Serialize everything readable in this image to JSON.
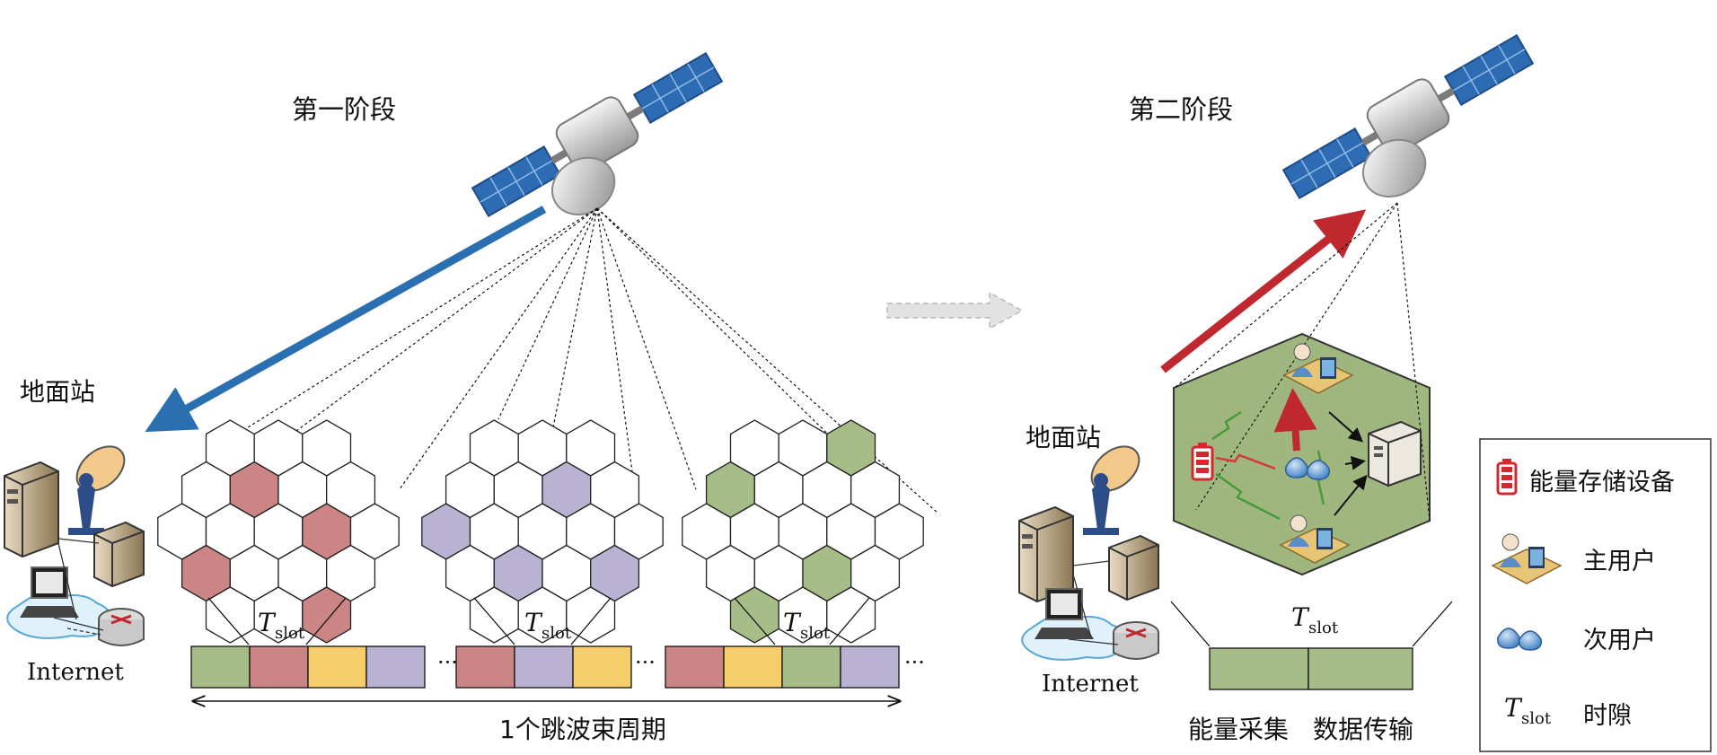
{
  "stage1": {
    "title": "第一阶段"
  },
  "stage2": {
    "title": "第二阶段"
  },
  "left_station": {
    "label": "地面站",
    "net_label": "Internet"
  },
  "right_station": {
    "label": "地面站",
    "net_label": "Internet"
  },
  "slot": {
    "T": "T",
    "sub": "slot"
  },
  "ellipsis": "···",
  "cycle_label": "1个跳波束周期",
  "phase2_labels": {
    "harvest": "能量采集",
    "transmit": "数据传输"
  },
  "legend": {
    "items": [
      {
        "icon": "battery-icon",
        "label": "能量存储设备"
      },
      {
        "icon": "primary-user-icon",
        "label": "主用户"
      },
      {
        "icon": "secondary-user-icon",
        "label": "次用户"
      },
      {
        "icon": "tslot-symbol",
        "label": "时隙"
      }
    ]
  },
  "colors": {
    "red_cell": "#cc8585",
    "purple_cell": "#b9b2d3",
    "green_cell": "#a7bd88",
    "yellow_slot": "#f5cd6b",
    "downlink_arrow": "#2a6fb0",
    "uplink_arrow": "#c0282f",
    "hex_area": "#9fb77f",
    "transition_arrow": "#d9d9d9"
  }
}
